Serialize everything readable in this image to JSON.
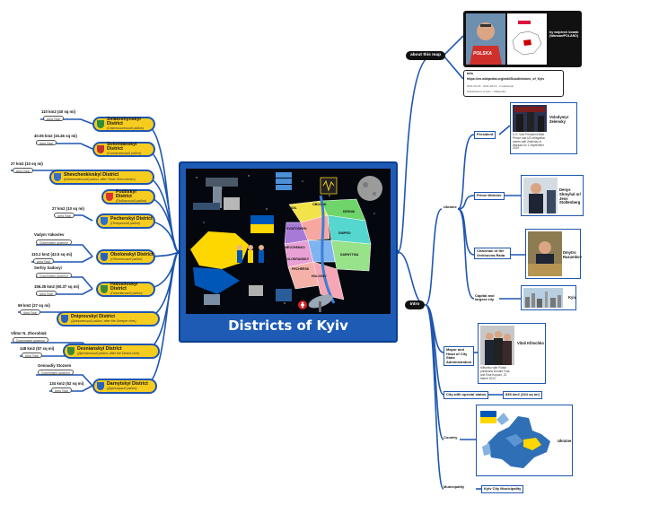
{
  "central": {
    "title": "Districts of Kyiv"
  },
  "map_labels": [
    "PODIL",
    "OBOLON",
    "DESNIA",
    "SVIATOSHYN",
    "DNIPRO",
    "SHEVCHENKO",
    "DARNYTSIA",
    "SOLOMYANSKY",
    "PECHERSK",
    "HOLOSIIV"
  ],
  "districts": [
    {
      "name": "Sviatoshynskyi District",
      "local": "(Святошинський район)",
      "area": "110 km2 (40 sq mi)",
      "tags": [
        "Area Total"
      ]
    },
    {
      "name": "Solomianskyi District",
      "local": "(Солом'янський район)",
      "area": "40.05 km2 (15.46 sq mi)",
      "tags": [
        "Area Total"
      ]
    },
    {
      "name": "Shevchenkivskyi District",
      "local": "(Шевченківський район, after Taras Shevchenko)",
      "area": "27 km2 (10 sq mi)",
      "tags": [
        "Area Total"
      ]
    },
    {
      "name": "Podilskyi District",
      "local": "(Подільський район)",
      "area": "",
      "tags": []
    },
    {
      "name": "Pecherskyi District",
      "local": "(Печерський район)",
      "area": "27 km2 (10 sq mi)",
      "tags": [
        "Area Total"
      ]
    },
    {
      "name": "Obolonskyi District",
      "local": "(Оболонський район)",
      "person": "Vadym Yakovlev",
      "area": "110.2 km2 (42.5 sq mi)",
      "tags": [
        "Government governor",
        "Area Total"
      ]
    },
    {
      "name": "Holosiivskyi District",
      "local": "(Голосіївський район)",
      "person": "Serhiy Sadovyi",
      "area": "156.35 km2 (60.37 sq mi)",
      "tags": [
        "Government governor",
        "Area Total"
      ]
    },
    {
      "name": "Dniprovskyi District",
      "local": "(Дніпровський район, after the Dnieper river)",
      "area": "69 km2 (27 sq mi)",
      "tags": [
        "Area Total"
      ]
    },
    {
      "name": "Desnianskyi District",
      "local": "(Деснянський район, after the Desna river)",
      "person": "Viktor N. Zhorobiuk",
      "area": "148 km2 (57 sq mi)",
      "tags": [
        "Government governor",
        "Area Total"
      ]
    },
    {
      "name": "Darnytskyi District",
      "local": "(Дарницький район)",
      "person": "Gennadiy Stozsen",
      "area": "134 km2 (52 sq mi)",
      "tags": [
        "Government governor",
        "Area Total"
      ]
    }
  ],
  "about": {
    "pill": "about this map",
    "author": "by wojciech kowak (Warsaw/POLAND)",
    "badge": "POLSKA",
    "info_label": "info",
    "info_url": "https://en.wikipedia.org/wiki/Subdivisions_of_Kyiv",
    "info_meta1": "2021-06-15 · 2021-08-16 · 2 website(s)",
    "info_meta2": "Subdivisions of Kyiv – Wikipedia"
  },
  "intro": {
    "pill": "Intro",
    "ukraine": "Ukraine",
    "president_label": "President",
    "president_name": "Volodymyr Zelensky",
    "president_caption": "U.S. Vice President Mike Pence and US delegation meets with Zelensky in Warsaw on 1 September 2019",
    "pm_label": "Prime Minister",
    "pm_name": "Denys Shmyhal or/ Jens Stoltenberg",
    "chair_label": "Chairman of the Verkhovna Rada",
    "chair_name": "Dmytro Razumkov",
    "capital_label": "Capital and largest city",
    "capital_value": "Kyiv",
    "mayor_label": "Mayor and Head of City State Administration",
    "mayor_name": "Vitali Klitschko",
    "mayor_caption": "Klitschko with Polish politicians Donald Tusk and Ewa Kopacz, 22 March 2014",
    "special_label": "City with special status",
    "special_value": "839 km2 (324 sq mi)",
    "country_label": "Country",
    "country_value": "Ukraine",
    "municipality_label": "Municipality",
    "municipality_value": "Kyiv City Municipality"
  },
  "colors": {
    "accent": "#1f56b0",
    "district_fill": "#f6cc1e",
    "ukraine_blue": "#0057b7",
    "ukraine_yellow": "#ffd700"
  }
}
